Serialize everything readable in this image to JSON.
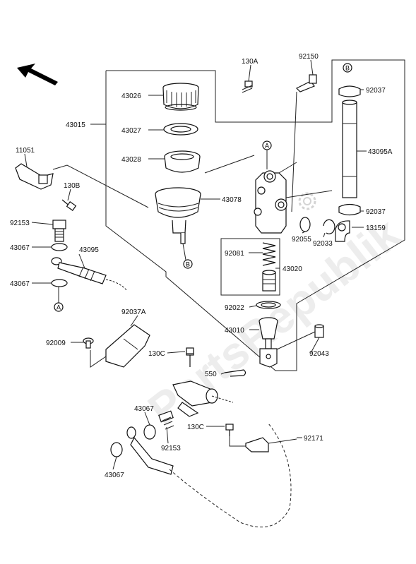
{
  "watermark": "PartsRepublik",
  "labels": {
    "l130a": "130A",
    "l92150": "92150",
    "l43026": "43026",
    "l43015": "43015",
    "l43027": "43027",
    "l43028": "43028",
    "l92037_top": "92037",
    "l43095a": "43095A",
    "l11051": "11051",
    "l130b": "130B",
    "l43078": "43078",
    "l92153_top": "92153",
    "l43067_a": "43067",
    "l43095": "43095",
    "l43067_b": "43067",
    "l92081": "92081",
    "l43020": "43020",
    "l92037_bot": "92037",
    "l13159": "13159",
    "l92055": "92055",
    "l92033": "92033",
    "l92022": "92022",
    "l92037a": "92037A",
    "l92009": "92009",
    "l43010": "43010",
    "l92043": "92043",
    "l130c_top": "130C",
    "l550": "550",
    "l43067_c": "43067",
    "l92153_bot": "92153",
    "l130c_bot": "130C",
    "l92171": "92171",
    "l43067_d": "43067"
  },
  "markers": {
    "a": "A",
    "b": "B"
  },
  "icons": {
    "direction": "front-arrow-icon",
    "gear": "gear-watermark-icon"
  }
}
